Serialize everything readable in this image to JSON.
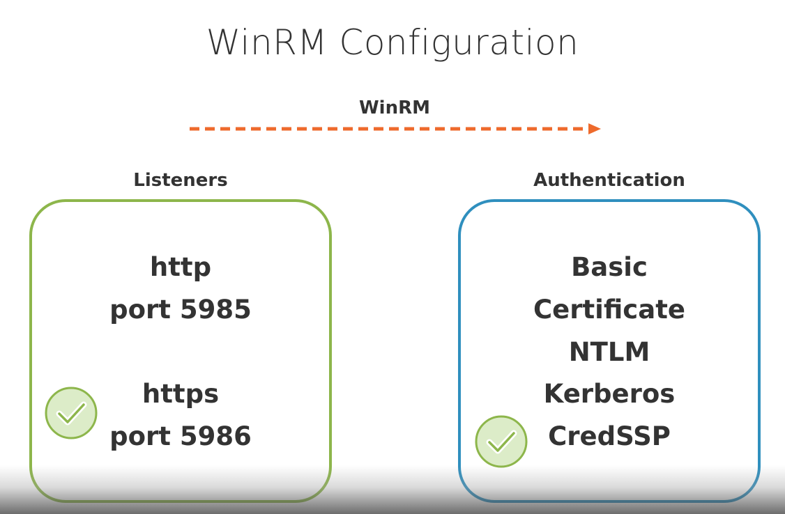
{
  "title": "WinRM Configuration",
  "arrow": {
    "label": "WinRM",
    "color": "#ee6a2c"
  },
  "listeners": {
    "heading": "Listeners",
    "border_color": "#8db64b",
    "items": [
      {
        "protocol": "http",
        "port": "port 5985",
        "selected": false
      },
      {
        "protocol": "https",
        "port": "port 5986",
        "selected": true
      }
    ]
  },
  "authentication": {
    "heading": "Authentication",
    "border_color": "#2f8fbe",
    "methods": [
      "Basic",
      "Certificate",
      "NTLM",
      "Kerberos",
      "CredSSP"
    ],
    "selected": "CredSSP"
  },
  "check_icon": {
    "name": "check-circle-icon",
    "fill": "#dcecc8",
    "stroke": "#8db64b"
  }
}
